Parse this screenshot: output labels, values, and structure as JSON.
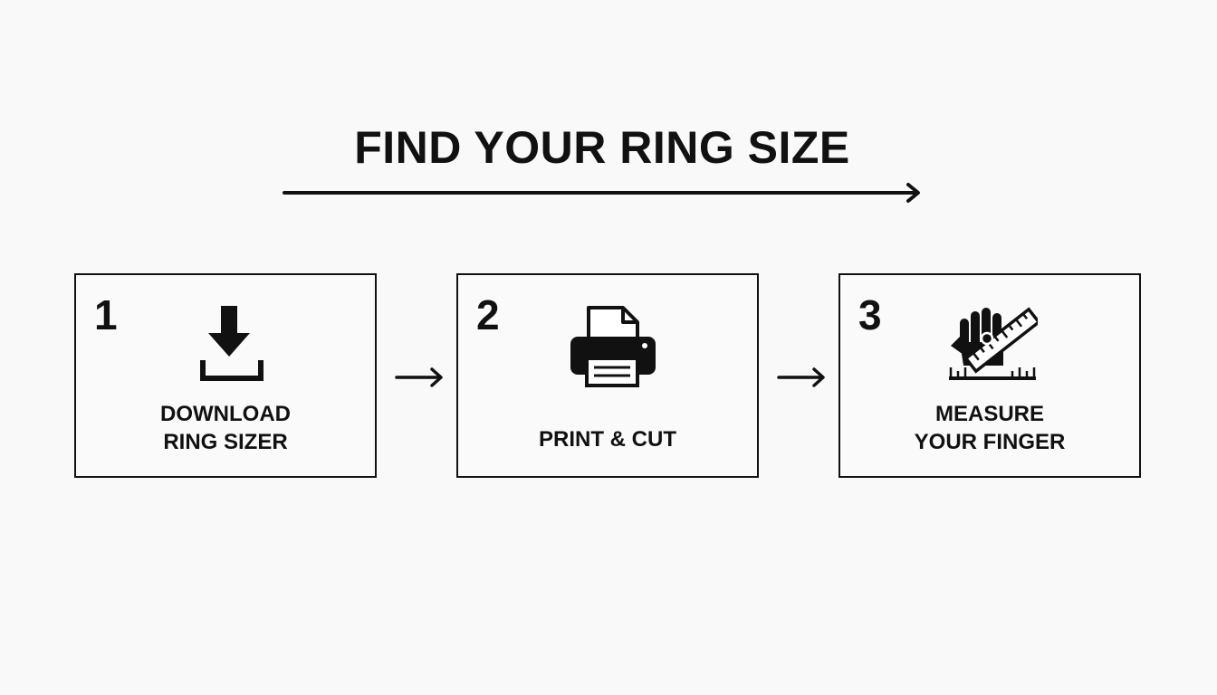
{
  "title": "FIND YOUR RING SIZE",
  "steps": [
    {
      "number": "1",
      "icon": "download-icon",
      "label_lines": [
        "DOWNLOAD",
        "RING SIZER"
      ]
    },
    {
      "number": "2",
      "icon": "printer-icon",
      "label_lines": [
        "PRINT & CUT"
      ]
    },
    {
      "number": "3",
      "icon": "hand-ruler-icon",
      "label_lines": [
        "MEASURE",
        "YOUR FINGER"
      ]
    }
  ],
  "colors": {
    "background": "#f9f9f9",
    "ink": "#111111"
  }
}
